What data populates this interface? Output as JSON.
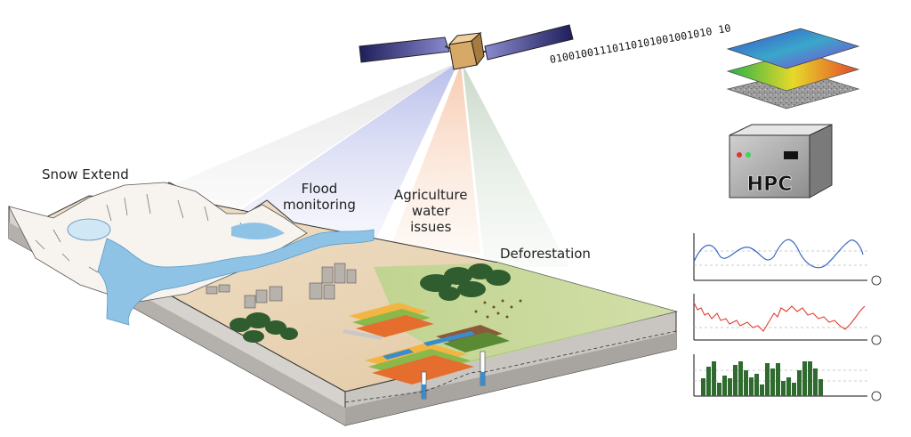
{
  "labels": {
    "snow": "Snow Extend",
    "flood_line1": "Flood",
    "flood_line2": "monitoring",
    "agri_line1": "Agriculture",
    "agri_line2": "water",
    "agri_line3": "issues",
    "deforest": "Deforestation"
  },
  "binary_stream": "01001001110110101001001010 10",
  "hpc_label": "HPC",
  "colors": {
    "water": "#8fc3e6",
    "terrain_top": "#e9d3b3",
    "grass": "#bcd79a",
    "soil_front": "#d9d6d2",
    "soil_dark": "#a7a3a0",
    "forest": "#2f5d2f",
    "line_chart": "#3a6bc4",
    "red_chart": "#e04030",
    "bar_chart": "#2f6b2f"
  },
  "charts": [
    {
      "type": "line",
      "series_color": "#3a6bc4"
    },
    {
      "type": "line",
      "series_color": "#e04030"
    },
    {
      "type": "bar",
      "series_color": "#2f6b2f"
    }
  ]
}
